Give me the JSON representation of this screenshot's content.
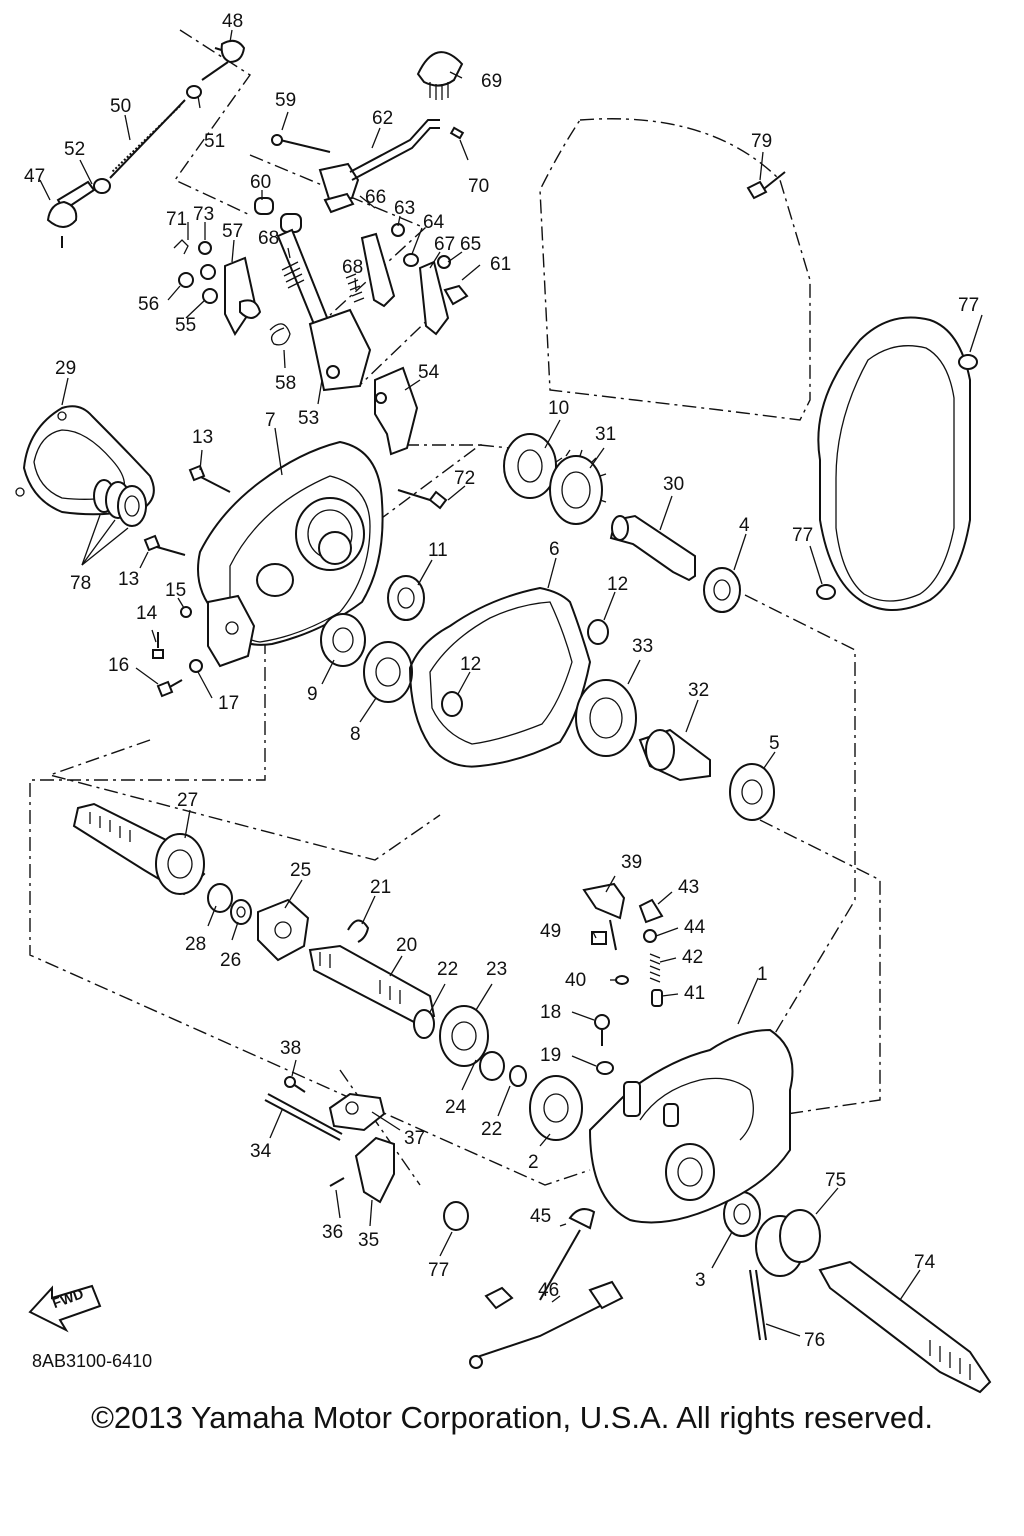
{
  "diagram_code": "8AB3100-6410",
  "fwd_label": "FWD",
  "copyright": "©2013 Yamaha Motor Corporation, U.S.A. All rights reserved.",
  "callouts": {
    "c1": "1",
    "c2": "2",
    "c3": "3",
    "c4": "4",
    "c5": "5",
    "c6": "6",
    "c7": "7",
    "c8": "8",
    "c9": "9",
    "c10": "10",
    "c11": "11",
    "c12a": "12",
    "c12b": "12",
    "c13a": "13",
    "c13b": "13",
    "c14": "14",
    "c15": "15",
    "c16": "16",
    "c17": "17",
    "c18": "18",
    "c19": "19",
    "c20": "20",
    "c21": "21",
    "c22a": "22",
    "c22b": "22",
    "c23": "23",
    "c24": "24",
    "c25": "25",
    "c26": "26",
    "c27": "27",
    "c28": "28",
    "c29": "29",
    "c30": "30",
    "c31": "31",
    "c32": "32",
    "c33": "33",
    "c34": "34",
    "c35": "35",
    "c36": "36",
    "c37": "37",
    "c38": "38",
    "c39": "39",
    "c40": "40",
    "c41": "41",
    "c42": "42",
    "c43": "43",
    "c44": "44",
    "c45": "45",
    "c46": "46",
    "c47": "47",
    "c48": "48",
    "c49": "49",
    "c50": "50",
    "c51": "51",
    "c52": "52",
    "c53": "53",
    "c54": "54",
    "c55": "55",
    "c56": "56",
    "c57": "57",
    "c58": "58",
    "c59": "59",
    "c60": "60",
    "c61": "61",
    "c62": "62",
    "c63": "63",
    "c64": "64",
    "c65": "65",
    "c66": "66",
    "c67": "67",
    "c68a": "68",
    "c68b": "68",
    "c69": "69",
    "c70": "70",
    "c71": "71",
    "c72": "72",
    "c73": "73",
    "c74": "74",
    "c75": "75",
    "c76": "76",
    "c77a": "77",
    "c77b": "77",
    "c77c": "77",
    "c78": "78",
    "c79": "79"
  }
}
